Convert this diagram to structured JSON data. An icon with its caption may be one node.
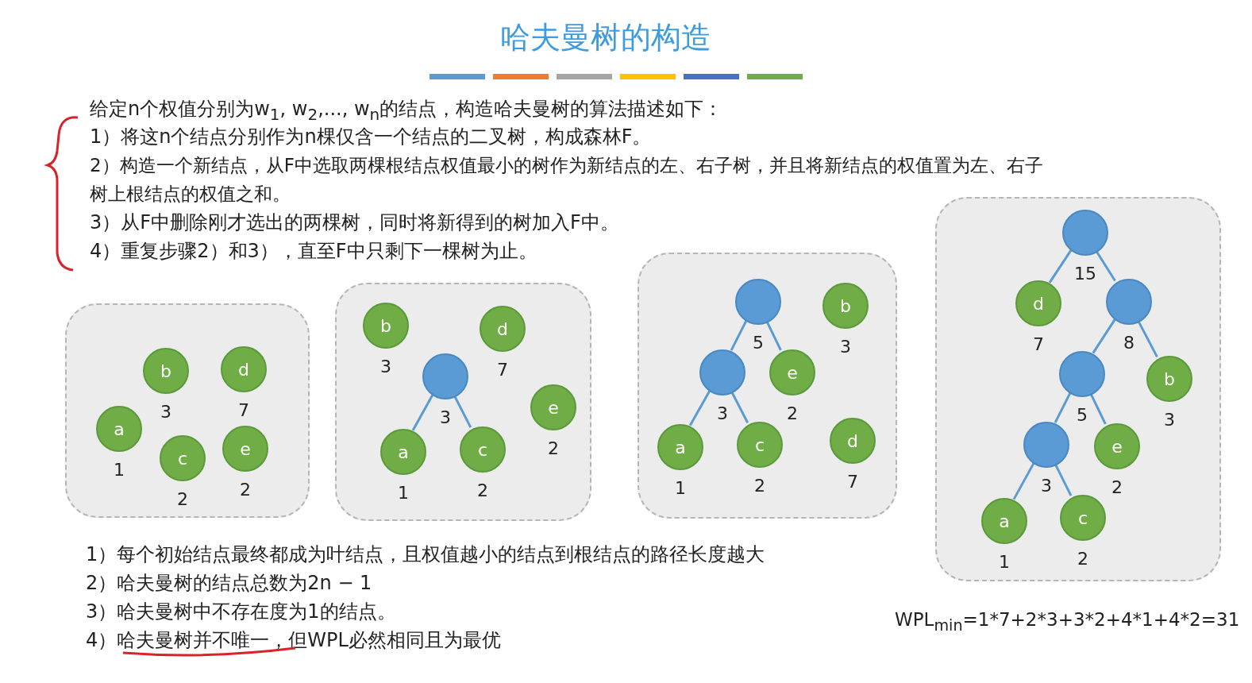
{
  "diagram": {
    "title": "哈夫曼树的构造",
    "nodes": [
      {
        "text": [],
        "shape": "box"
      },
      {
        "text": [
          "a"
        ],
        "in": 0,
        "beside": [
          "1"
        ]
      },
      {
        "text": [
          "b"
        ],
        "in": 0,
        "beside": [
          "3"
        ]
      },
      {
        "text": [
          "c"
        ],
        "in": 0,
        "beside": [
          "2"
        ]
      },
      {
        "text": [
          "d"
        ],
        "in": 0,
        "beside": [
          "7"
        ]
      },
      {
        "text": [
          "e"
        ],
        "in": 0,
        "beside": [
          "2"
        ]
      },
      {
        "text": [],
        "shape": "box"
      },
      {
        "text": [
          "b"
        ],
        "in": 6,
        "beside": [
          "3"
        ]
      },
      {
        "text": [
          "d"
        ],
        "in": 6,
        "beside": [
          "7"
        ]
      },
      {
        "text": [],
        "shape": "circle",
        "in": 6,
        "beside": [
          "3"
        ]
      },
      {
        "text": [
          "a"
        ],
        "in": 6,
        "beside": [
          "1"
        ]
      },
      {
        "text": [
          "c"
        ],
        "in": 6,
        "beside": [
          "2"
        ]
      },
      {
        "text": [
          "e"
        ],
        "in": 6,
        "beside": [
          "2"
        ]
      },
      {
        "text": [],
        "shape": "box"
      },
      {
        "text": [],
        "shape": "circle",
        "in": 13,
        "beside": [
          "5"
        ]
      },
      {
        "text": [
          "b"
        ],
        "in": 13,
        "beside": [
          "3"
        ]
      },
      {
        "text": [],
        "shape": "circle",
        "in": 13,
        "beside": [
          "3"
        ]
      },
      {
        "text": [
          "e"
        ],
        "in": 13,
        "beside": [
          "2"
        ]
      },
      {
        "text": [
          "a"
        ],
        "in": 13,
        "beside": [
          "1"
        ]
      },
      {
        "text": [
          "c"
        ],
        "in": 13,
        "beside": [
          "2"
        ]
      },
      {
        "text": [
          "d"
        ],
        "in": 13,
        "beside": [
          "7"
        ]
      },
      {
        "text": [],
        "shape": "box"
      },
      {
        "text": [],
        "shape": "circle",
        "in": 21,
        "beside": [
          "15"
        ]
      },
      {
        "text": [
          "d"
        ],
        "in": 21,
        "beside": [
          "7"
        ]
      },
      {
        "text": [],
        "shape": "circle",
        "in": 21,
        "beside": [
          "8"
        ]
      },
      {
        "text": [],
        "shape": "circle",
        "in": 21,
        "beside": [
          "5"
        ]
      },
      {
        "text": [
          "b"
        ],
        "in": 21,
        "beside": [
          "3"
        ]
      },
      {
        "text": [],
        "shape": "circle",
        "in": 21,
        "beside": [
          "3"
        ]
      },
      {
        "text": [
          "e"
        ],
        "in": 21,
        "beside": [
          "2"
        ]
      },
      {
        "text": [
          "a"
        ],
        "in": 21,
        "beside": [
          "1"
        ]
      },
      {
        "text": [
          "c"
        ],
        "in": 21,
        "beside": [
          "2"
        ]
      }
    ],
    "edges": [
      {
        "from": 9,
        "to": 10,
        "arrow": "none"
      },
      {
        "from": 9,
        "to": 11,
        "arrow": "none"
      },
      {
        "from": 14,
        "to": 16,
        "arrow": "none"
      },
      {
        "from": 14,
        "to": 17,
        "arrow": "none"
      },
      {
        "from": 16,
        "to": 18,
        "arrow": "none"
      },
      {
        "from": 16,
        "to": 19,
        "arrow": "none"
      },
      {
        "from": 22,
        "to": 23,
        "arrow": "none"
      },
      {
        "from": 22,
        "to": 24,
        "arrow": "none"
      },
      {
        "from": 24,
        "to": 25,
        "arrow": "none"
      },
      {
        "from": 24,
        "to": 26,
        "arrow": "none"
      },
      {
        "from": 25,
        "to": 27,
        "arrow": "none"
      },
      {
        "from": 25,
        "to": 28,
        "arrow": "none"
      },
      {
        "from": 27,
        "to": 29,
        "arrow": "none"
      },
      {
        "from": 27,
        "to": 30,
        "arrow": "none"
      }
    ],
    "labels": [
      "给定n个权值分别为w$_{1}$, w$_{2}$,..., w$_{n}$的结点，构造哈夫曼树的算法描述如下：",
      "1）将这n个结点分别作为n棵仅含一个结点的二叉树，构成森林F。",
      "2）构造一个新结点，从F中选取两棵根结点权值最小的树作为新结点的左、右子树，并且将新结点的权值置为左、右子树上根结点的权值之和。",
      "3）从F中删除刚才选出的两棵树，同时将新得到的树加入F中。",
      "4）重复步骤2）和3），直至F中只剩下一棵树为止。",
      "1）每个初始结点最终都成为叶结点，且权值越小的结点到根结点的路径长度越大",
      "2）哈夫曼树的结点总数为2n − 1",
      "3）哈夫曼树中不存在度为1的结点。",
      "4）哈夫曼树并不唯一，但WPL必然相同且为最优",
      "WPL$_{min}$=1*7+2*3+3*2+4*1+4*2=31"
    ]
  }
}
